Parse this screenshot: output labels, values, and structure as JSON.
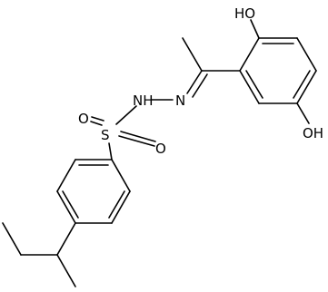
{
  "diagram": {
    "type": "chemical-structure",
    "atom_labels": {
      "hydroxyl_top": "HO",
      "hydroxyl_bottom": "OH",
      "hydrazide_nh": "NH",
      "hydrazide_n": "N",
      "sulfonyl_s": "S",
      "sulfonyl_o_top": "O",
      "sulfonyl_o_right": "O"
    }
  }
}
